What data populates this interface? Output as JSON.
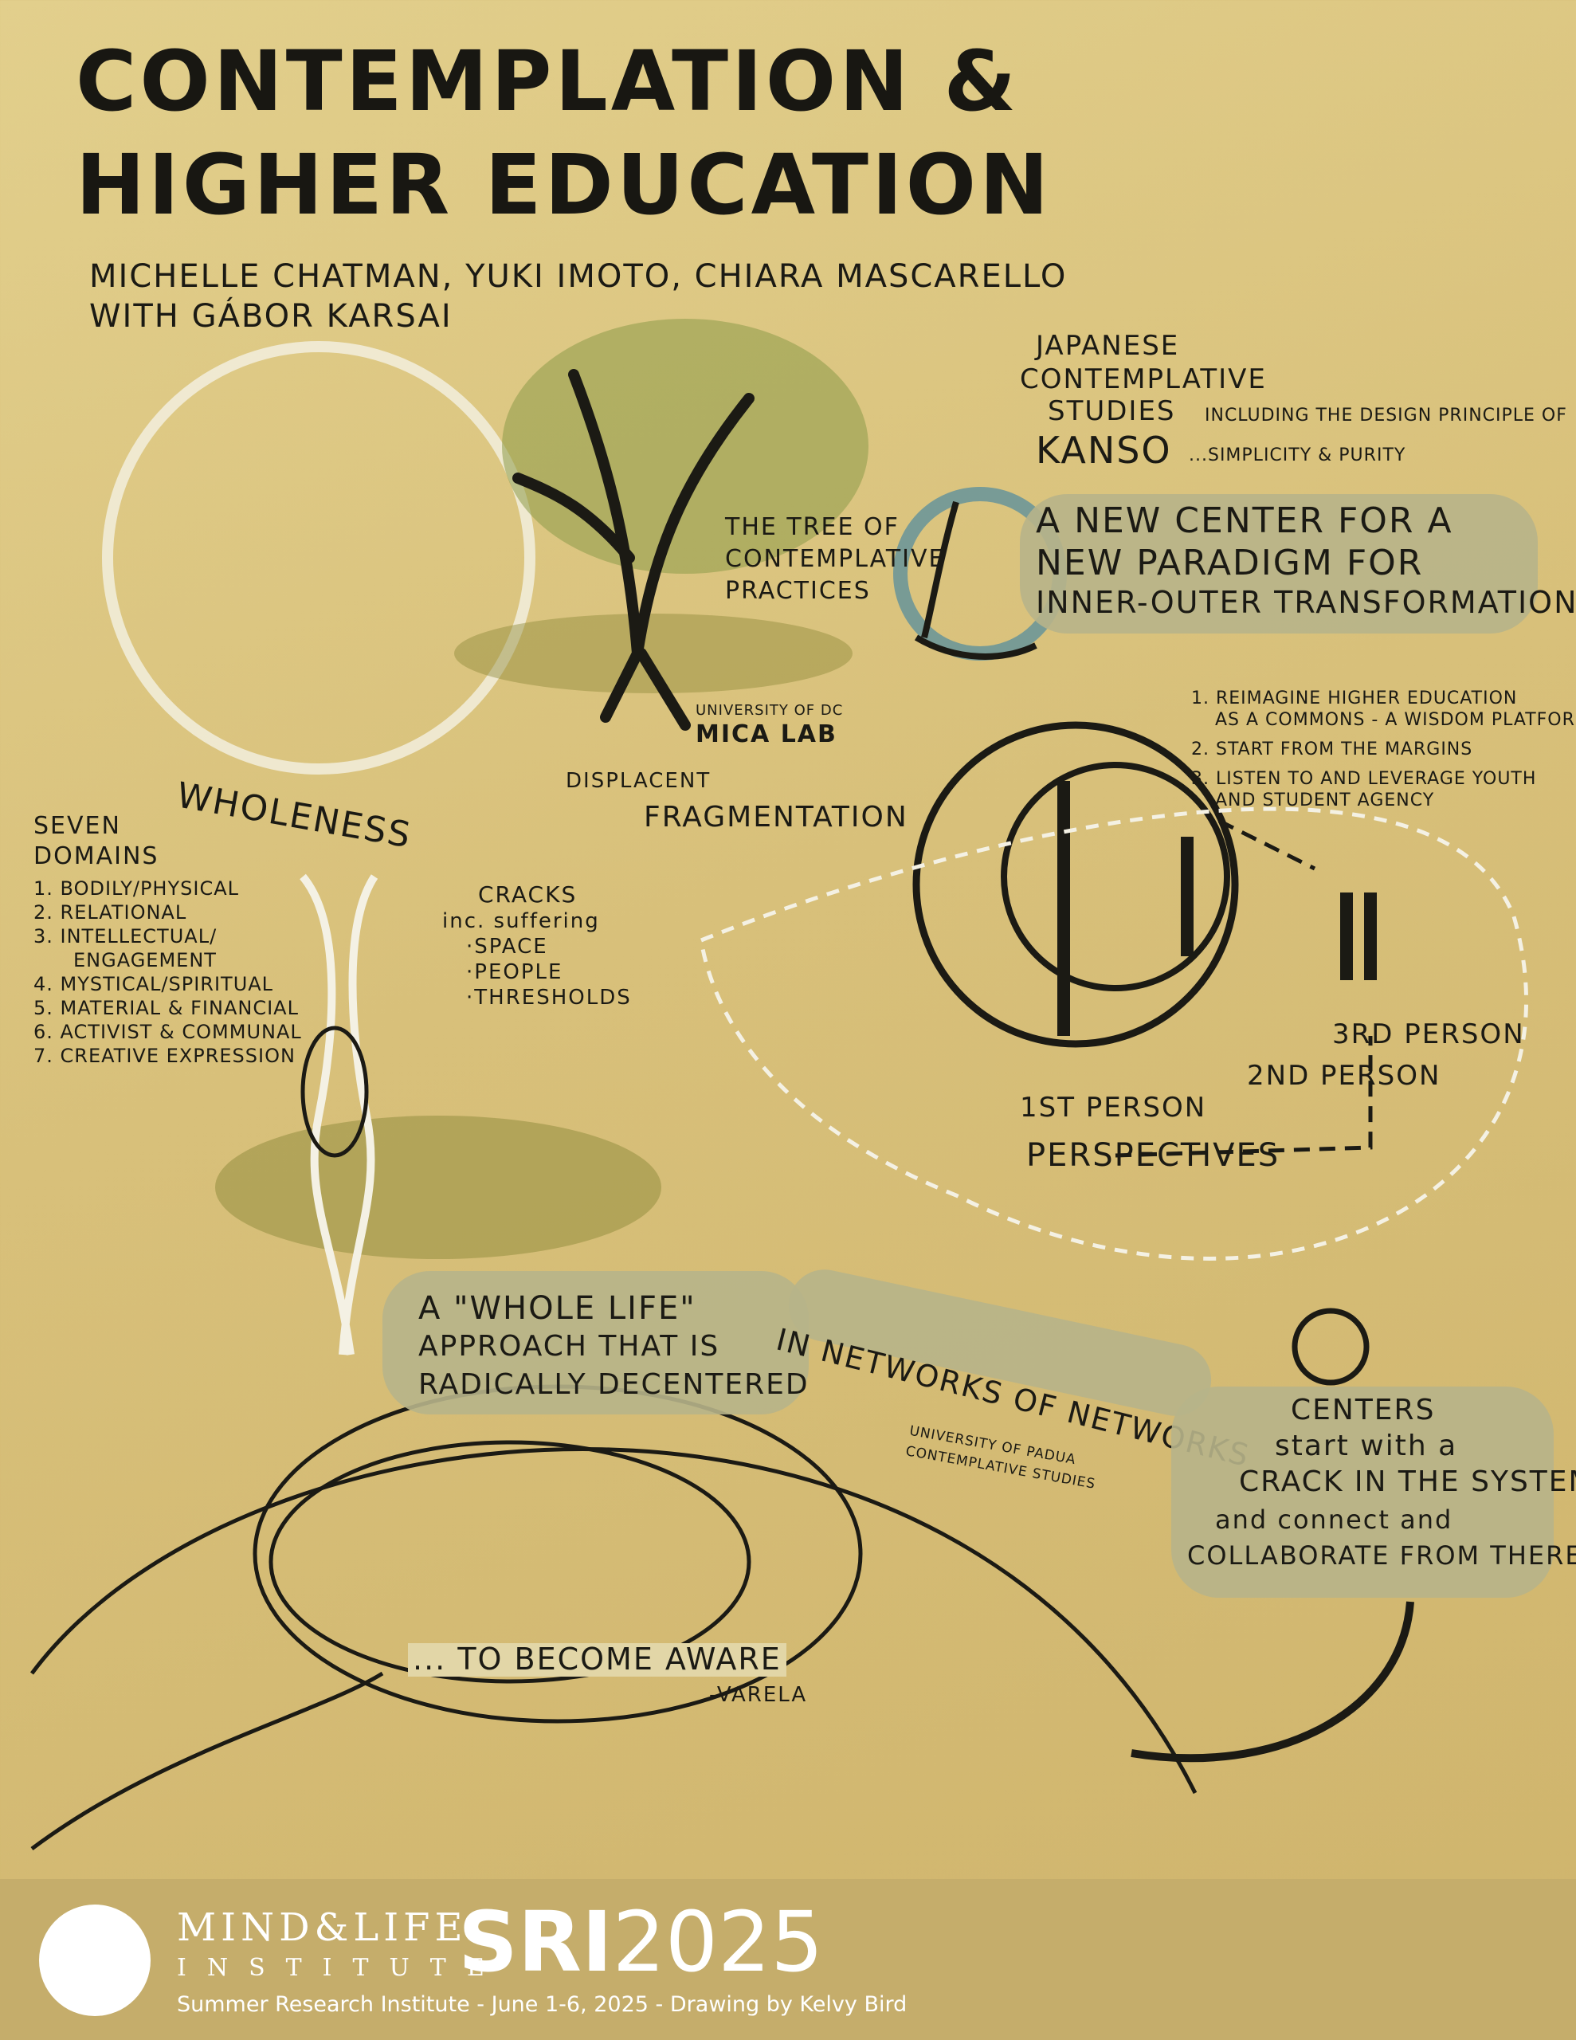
{
  "title": {
    "line1": "Contemplation &",
    "line2": "Higher Education"
  },
  "authors": {
    "line1": "Michelle Chatman, Yuki Imoto, Chiara Mascarello",
    "line2": "with Gábor Karsai"
  },
  "japanese": {
    "line1": "Japanese",
    "line2": "Contemplative",
    "line3": "Studies",
    "including": "including the design principle of",
    "kanso": "Kanso",
    "kanso_note": "...simplicity & purity"
  },
  "new_center": {
    "line1": "A new center for a",
    "line2": "new paradigm for",
    "line3": "inner-outer transformation"
  },
  "tree_label": {
    "line1": "The tree of",
    "line2": "contemplative",
    "line3": "practices"
  },
  "mica": {
    "university": "University of DC",
    "lab": "MICA Lab"
  },
  "displacent": "Displacent",
  "fragmentation": "Fragmentation",
  "wholeness": "Wholeness",
  "seven_domains": {
    "heading1": "Seven",
    "heading2": "Domains",
    "items": [
      "1. Bodily/Physical",
      "2. Relational",
      "3. Intellectual/",
      "Engagement",
      "4. Mystical/Spiritual",
      "5. Material & Financial",
      "6. Activist & Communal",
      "7. Creative Expression"
    ]
  },
  "cracks": {
    "title": "Cracks",
    "inc": "inc. suffering",
    "items": [
      "·Space",
      "·People",
      "·Thresholds"
    ]
  },
  "goals": [
    "1. Reimagine higher education",
    "as a commons - a wisdom platform",
    "2. Start from the margins",
    "3. Listen to and leverage youth",
    "and student agency"
  ],
  "persons": {
    "first": "1st Person",
    "second": "2nd Person",
    "third": "3rd Person",
    "perspectives": "Perspectives"
  },
  "whole_life": {
    "line1": "A \"Whole Life\"",
    "line2": "approach that is",
    "line3": "radically decentered"
  },
  "networks": "In networks of networks",
  "padua": {
    "line1": "University of Padua",
    "line2": "Contemplative Studies"
  },
  "centers": {
    "line1": "Centers",
    "line2": "start with a",
    "line3": "crack in the system",
    "line4": "and connect and",
    "line5": "collaborate from there"
  },
  "aware": "... to become aware",
  "varela": "-Varela",
  "footer": {
    "mind_life": "MIND&LIFE",
    "institute": "INSTITUTE",
    "sri": "SRI",
    "year": "2025",
    "caption": "Summer Research Institute - June 1-6, 2025 - Drawing by Kelvy Bird"
  },
  "colors": {
    "background": "#d9c27e",
    "footer": "#c5ad6b",
    "bubble": "#b7b48a",
    "ink": "#1b1a14"
  }
}
